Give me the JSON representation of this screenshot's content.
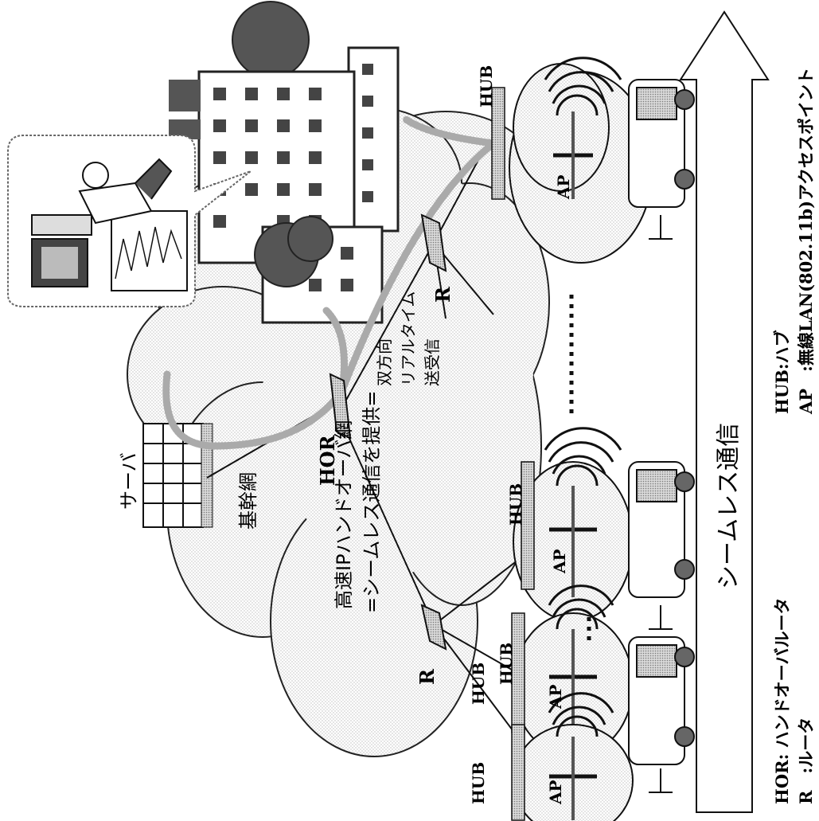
{
  "labels": {
    "server": "サーバ",
    "backbone": "基幹網",
    "hor": "HOR",
    "network_line1": "高速IPハンドオーバ網",
    "network_line2": "=シームレス通信を提供=",
    "bidir_line1": "双方向",
    "bidir_line2": "リアルタイム",
    "bidir_line3": "送受信",
    "router": "R",
    "hub": "HUB",
    "ap": "AP",
    "seamless": "シームレス通信"
  },
  "legend": {
    "hor": "HOR: ハンドオーバルータ",
    "r": "R　:ルータ",
    "hub": "HUB:ハブ",
    "ap": "AP　:無線LAN(802.11b)アクセスポイント"
  }
}
